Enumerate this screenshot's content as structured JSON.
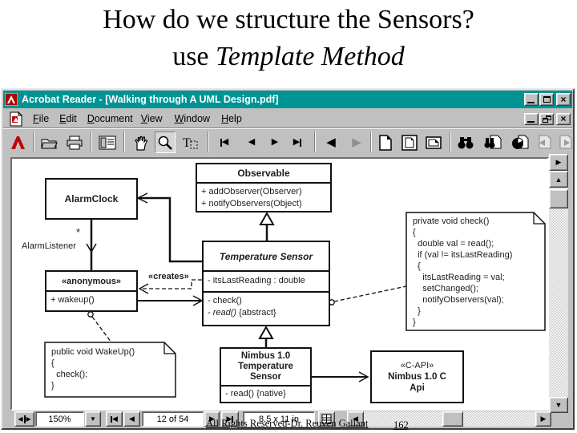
{
  "slide": {
    "title_line1": "How do we structure the Sensors?",
    "title_line2_prefix": "use ",
    "title_line2_italic": "Template Method",
    "footer": "All Rights Reserved-Dr. Reuven Gallant",
    "page_number": "162"
  },
  "icons": {
    "left": "◀",
    "right": "▶",
    "up": "▲",
    "down": "▼",
    "close": "×"
  },
  "acrobat": {
    "titlebar": {
      "title": "Acrobat Reader - [Walking through A UML Design.pdf]"
    },
    "menubar": {
      "items": [
        {
          "mn": "F",
          "rest": "ile"
        },
        {
          "mn": "E",
          "rest": "dit"
        },
        {
          "mn": "D",
          "rest": "ocument"
        },
        {
          "mn": "V",
          "rest": "iew"
        },
        {
          "mn": "W",
          "rest": "indow"
        },
        {
          "mn": "H",
          "rest": "elp"
        }
      ]
    },
    "statusbar": {
      "zoom": "150%",
      "page": "12 of 54",
      "size": "8.5 x 11 in"
    }
  },
  "diagram": {
    "observable": {
      "name": "Observable",
      "method1": "+ addObserver(Observer)",
      "method2": "+ notifyObservers(Object)"
    },
    "alarmclock": {
      "name": "AlarmClock"
    },
    "assoc_label": "AlarmListener",
    "multiplicity": "*",
    "anonymous": {
      "stereotype": "«anonymous»",
      "method1": "+ wakeup()"
    },
    "creates_label": "«creates»",
    "temperature_sensor": {
      "name": "Temperature Sensor",
      "attr1": "- itsLastReading : double",
      "method1": "- check()",
      "method2_pre": "- ",
      "method2_italic": "read()",
      "method2_post": " {abstract}"
    },
    "note_wakeup": {
      "line0": "public void WakeUp()",
      "line1": "{",
      "line2": "  check();",
      "line3": "}"
    },
    "note_check": {
      "line0": "private void check()",
      "line1": "{",
      "line2": "  double val = read();",
      "line3": "  if (val != itsLastReading)",
      "line4": "  {",
      "line5": "    itsLastReading = val;",
      "line6": "    setChanged();",
      "line7": "    notifyObservers(val);",
      "line8": "  }",
      "line9": "}"
    },
    "nimbus": {
      "name_l1": "Nimbus 1.0",
      "name_l2": "Temperature",
      "name_l3": "Sensor",
      "method1": "- read() {native}"
    },
    "capi": {
      "stereotype": "«C-API»",
      "name_l1": "Nimbus 1.0  C",
      "name_l2": "Api"
    }
  }
}
